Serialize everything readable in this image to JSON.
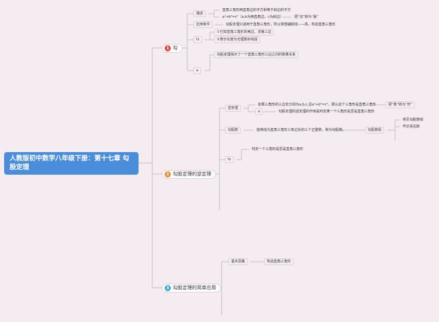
{
  "root": {
    "title": "人教版初中数学八年级下册：第十七章 勾股定理"
  },
  "colors": {
    "root": "#4a8ddb",
    "badge1": "#e2483c",
    "badge2": "#f08a2c",
    "badge3": "#3aa9d9",
    "line": "#c9bcc4"
  },
  "branches": [
    {
      "badge": "1",
      "label": "勾",
      "children": [
        {
          "label": "描述",
          "children": [
            {
              "label": "直角三角形两直角边的平方和等于斜边的平方"
            },
            {
              "label": "a²+b²=c²（a,b为两直角边，c为斜边）"
            },
            {
              "label": "把“勾”转为“股”"
            }
          ]
        },
        {
          "label": "应用条件",
          "children": [
            {
              "label": "勾股定理只适用于直角三角形，所以常借辅助线——高，构造直角三角形"
            }
          ]
        },
        {
          "label": "fx",
          "children": [
            {
              "label": "①已知直角三角形的两边，求第三边"
            },
            {
              "label": "②表示长度为无理数的线段"
            }
          ]
        },
        {
          "label": "a",
          "children": [
            {
              "label": "勾股定理揭示了一个直角三角形三边之间的数量关系"
            }
          ]
        }
      ]
    },
    {
      "badge": "2",
      "label": "勾股定理的逆定理",
      "children": [
        {
          "label": "逆定理",
          "children": [
            {
              "label": "如果三角形的三边长分别为a,b,c,且a²+b²=c²，那么这个三角形是直角三角形"
            },
            {
              "label": "把“数”转为“形”"
            },
            {
              "label": "a"
            },
            {
              "label": "勾股定理的逆定理的作用是判定某一个三角形是否是直角三角形"
            }
          ]
        },
        {
          "label": "勾股数",
          "children": [
            {
              "label": "能够成为直角三角形三条边长的三个正整数，称为勾股数。"
            },
            {
              "label": "勾股数组"
            },
            {
              "label": "常见勾股数组"
            },
            {
              "label": "毕达哥拉斯"
            }
          ]
        },
        {
          "label": "fx",
          "children": [
            {
              "label": "判定一个三角形是否是直角三角形"
            }
          ]
        }
      ]
    },
    {
      "badge": "3",
      "label": "勾股定理的简单应用",
      "children": [
        {
          "label": "基本思路",
          "children": [
            {
              "label": "构造直角三角形"
            }
          ]
        }
      ]
    }
  ]
}
